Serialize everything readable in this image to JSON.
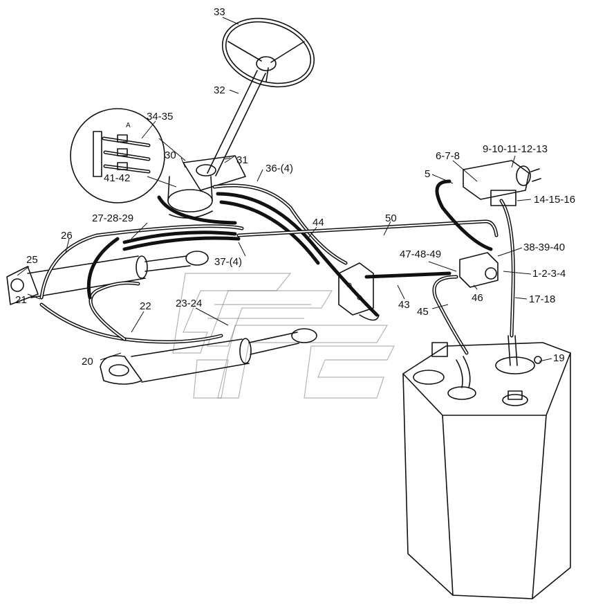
{
  "labels": {
    "l33": "33",
    "l32": "32",
    "l34_35": "34-35",
    "l30": "30",
    "l31": "31",
    "l41_42": "41-42",
    "l36": "36-(4)",
    "l5": "5",
    "l6_7_8": "6-7-8",
    "l9_13": "9-10-11-12-13",
    "l14_16": "14-15-16",
    "l27_29": "27-28-29",
    "l26": "26",
    "l25": "25",
    "l44": "44",
    "l50": "50",
    "l37": "37-(4)",
    "l47_49": "47-48-49",
    "l38_40": "38-39-40",
    "l1_4": "1-2-3-4",
    "l46": "46",
    "l43": "43",
    "l45": "45",
    "l17_18": "17-18",
    "l23_24": "23-24",
    "l22": "22",
    "l21": "21",
    "l20": "20",
    "l19": "19",
    "inset_a": "A"
  }
}
